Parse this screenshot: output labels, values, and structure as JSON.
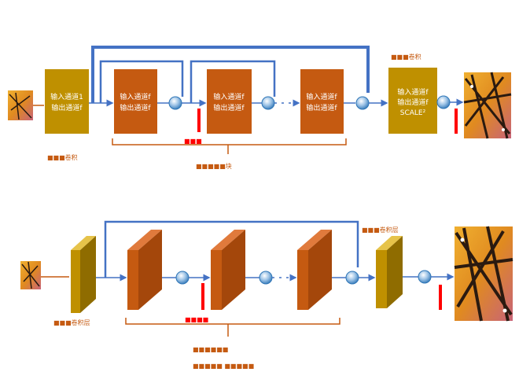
{
  "top": {
    "block_first": {
      "line1": "输入通道1",
      "line2": "输出通道f"
    },
    "block_res": {
      "line1": "输入通道f",
      "line2": "输出通道f"
    },
    "block_last": {
      "line1": "输入通道f",
      "line2": "输出通道f",
      "line3": "SCALE²"
    },
    "label_last_conv": "■■■卷积",
    "label_first_conv": "■■■卷积",
    "label_red": "■■■",
    "label_group": "■■■■■块"
  },
  "bottom": {
    "label_last_conv": "■■■卷积层",
    "label_first_conv": "■■■卷积层",
    "label_red": "■■■■",
    "label_group_line1": "■■■■■■",
    "label_group_line2": "■■■■■ ■■■■■"
  },
  "colors": {
    "blue": "#4472c4",
    "orange": "#c55a11",
    "gold": "#bf9000",
    "red": "#ff0000",
    "label_brown": "#c55a11"
  }
}
